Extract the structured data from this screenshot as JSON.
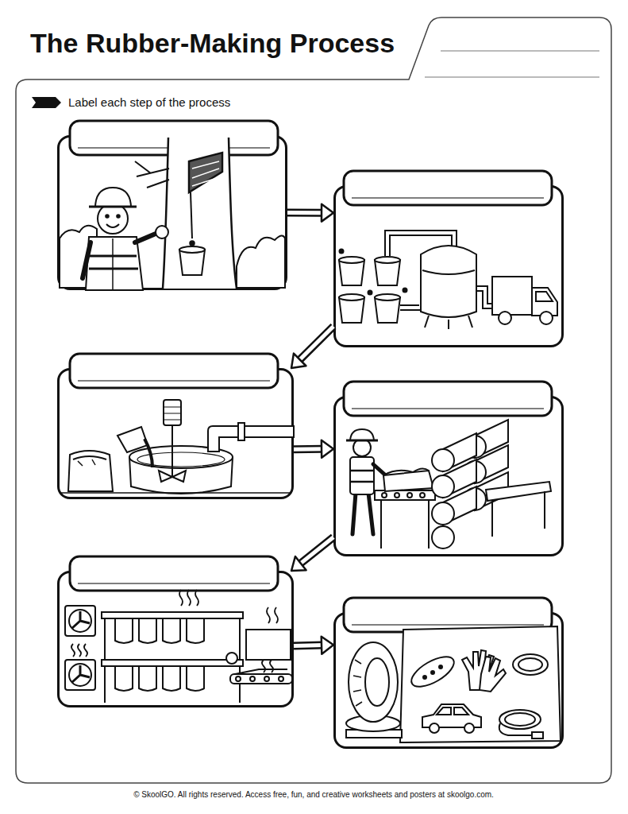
{
  "diagram": {
    "title": "The Rubber-Making Process",
    "nodes": [
      {
        "text": []
      },
      {
        "text": []
      },
      {
        "text": []
      },
      {
        "text": []
      },
      {
        "text": []
      },
      {
        "text": []
      }
    ],
    "edges": [
      {
        "from": 0,
        "to": 1,
        "arrow": "to"
      },
      {
        "from": 1,
        "to": 2,
        "arrow": "to"
      },
      {
        "from": 2,
        "to": 3,
        "arrow": "to"
      },
      {
        "from": 3,
        "to": 4,
        "arrow": "to"
      },
      {
        "from": 4,
        "to": 5,
        "arrow": "to"
      }
    ],
    "labels": [
      "Label each step of the process",
      "© SkoolGO. All rights reserved. Access free, fun, and creative worksheets and posters at skoolgo.com."
    ]
  }
}
